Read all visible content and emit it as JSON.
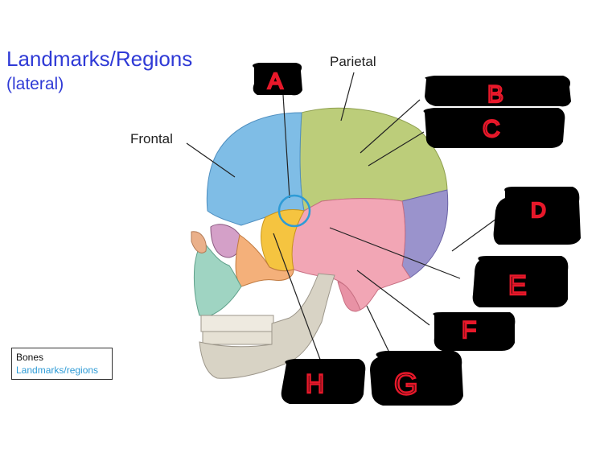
{
  "header": {
    "title": "Landmarks/Regions",
    "subtitle": "(lateral)"
  },
  "labels": {
    "parietal": "Parietal",
    "frontal": "Frontal"
  },
  "legend": {
    "bones": "Bones",
    "landmarks": "Landmarks/regions"
  },
  "hidden_labels": [
    "A",
    "B",
    "C",
    "D",
    "E",
    "F",
    "G",
    "H"
  ],
  "colors": {
    "title": "#2f3ad6",
    "frontal": "#7fbde6",
    "parietal": "#bccd7a",
    "temporal": "#f2a6b5",
    "occipital": "#9a93cc",
    "sphenoid": "#f5c440",
    "zygomatic": "#f4b07a",
    "maxilla": "#9fd4c2",
    "mandible": "#d8d3c5",
    "landmark_circle": "#2e9bd6",
    "handwriting": "#e8182a"
  }
}
